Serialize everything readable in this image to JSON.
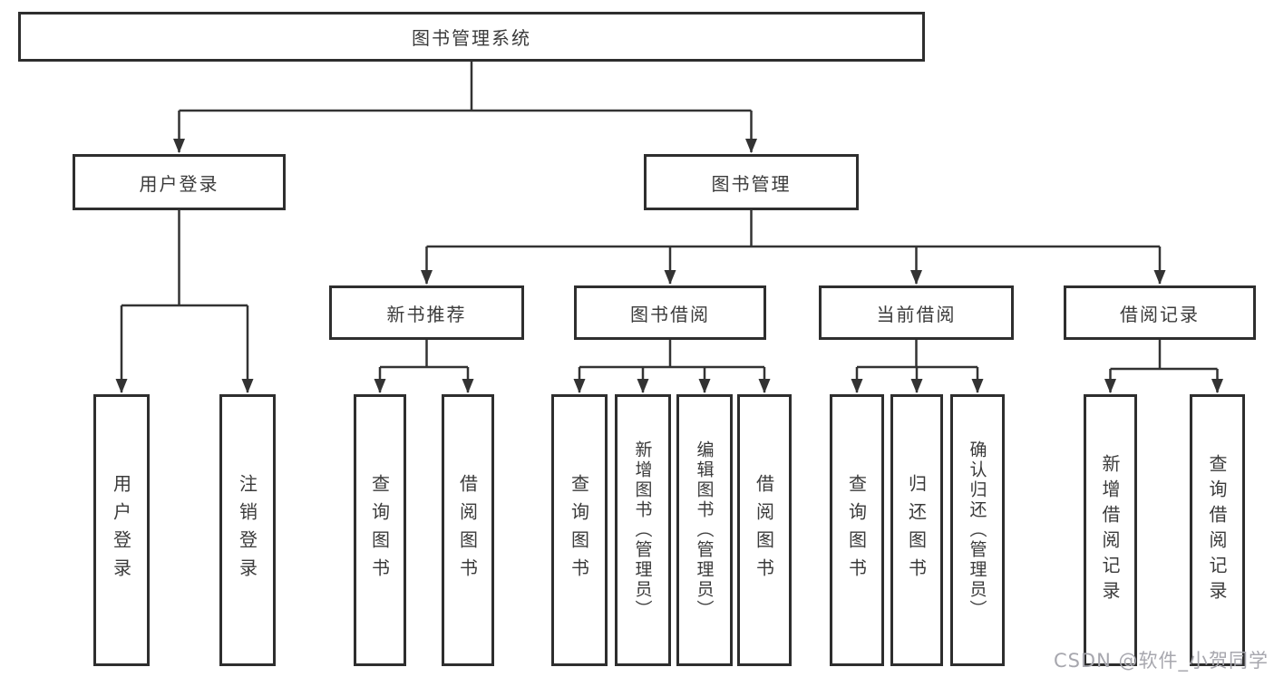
{
  "title": {
    "label": "图书管理系统"
  },
  "branches": [
    {
      "label": "用户登录",
      "children": [
        {
          "label": "用户登录"
        },
        {
          "label": "注销登录"
        }
      ]
    },
    {
      "label": "图书管理",
      "sections": [
        {
          "label": "新书推荐",
          "children": [
            {
              "label": "查询图书"
            },
            {
              "label": "借阅图书"
            }
          ]
        },
        {
          "label": "图书借阅",
          "children": [
            {
              "label": "查询图书"
            },
            {
              "label": "新增图书（管理员）"
            },
            {
              "label": "编辑图书（管理员）"
            },
            {
              "label": "借阅图书"
            }
          ]
        },
        {
          "label": "当前借阅",
          "children": [
            {
              "label": "查询图书"
            },
            {
              "label": "归还图书"
            },
            {
              "label": "确认归还（管理员）"
            }
          ]
        },
        {
          "label": "借阅记录",
          "children": [
            {
              "label": "新增借阅记录"
            },
            {
              "label": "查询借阅记录"
            }
          ]
        }
      ]
    }
  ],
  "watermark": {
    "text": "CSDN @软件_小贺同学"
  },
  "colors": {
    "line": "#333333",
    "box_border": "#2e2e2e",
    "box_fill": "#ffffff",
    "text": "#3b3b3b",
    "watermark": "#a7a7ae"
  }
}
